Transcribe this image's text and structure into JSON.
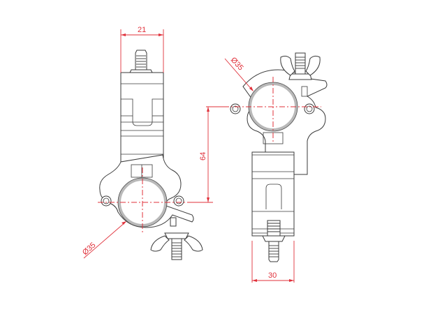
{
  "drawing": {
    "subject": "half coupler clamp technical drawing",
    "colors": {
      "outline": "#3a3a3a",
      "tube": "#b9b9b9",
      "dimension": "#e0303a",
      "background": "#ffffff"
    },
    "dimensions": {
      "left_width": "21",
      "left_tube_diameter": "Ø35",
      "center_distance": "64",
      "right_tube_diameter": "Ø35",
      "right_width": "30"
    }
  }
}
